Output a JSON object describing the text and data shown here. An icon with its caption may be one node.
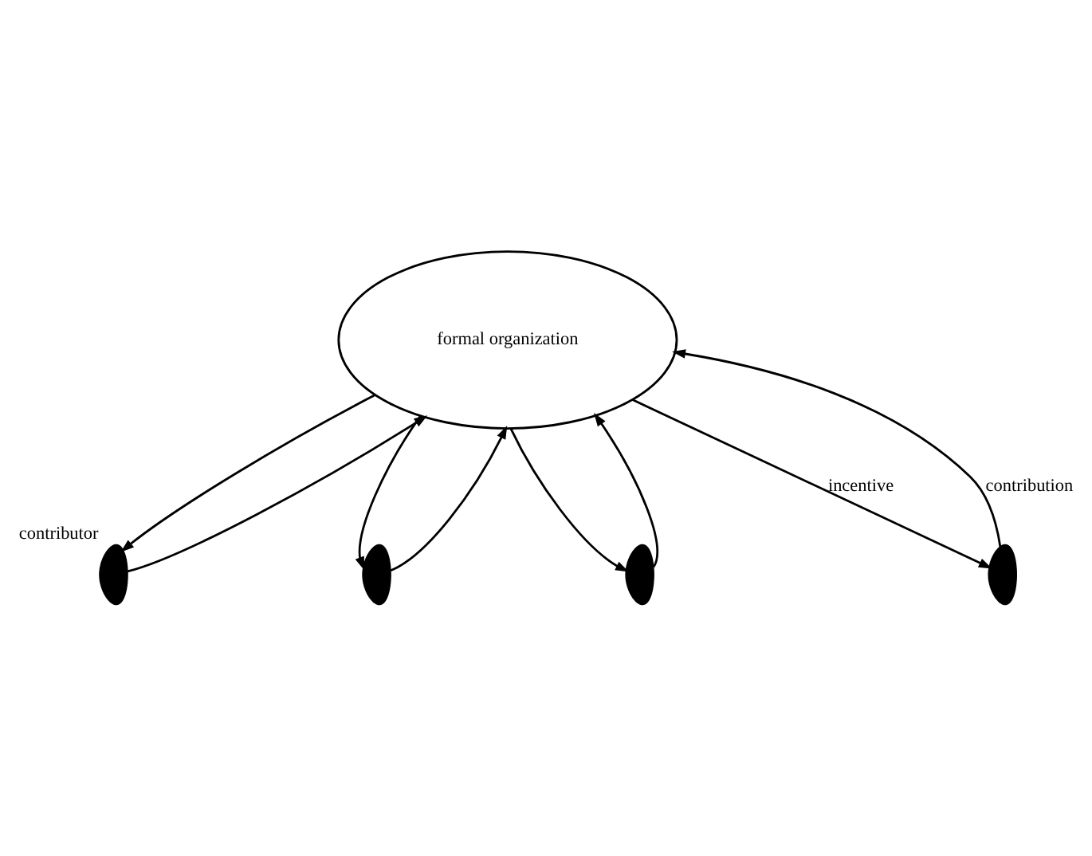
{
  "diagram": {
    "nodes": [
      {
        "text": [
          "formal organization"
        ]
      },
      {
        "text": [],
        "shape": "person",
        "beside": [
          "contributor"
        ]
      },
      {
        "text": [],
        "shape": "person"
      },
      {
        "text": [],
        "shape": "person"
      },
      {
        "text": [],
        "shape": "person"
      }
    ],
    "edges": [
      {
        "from": 1,
        "to": 0,
        "arrow": "to"
      },
      {
        "from": 0,
        "to": 1,
        "arrow": "to"
      },
      {
        "from": 2,
        "to": 0,
        "arrow": "to"
      },
      {
        "from": 0,
        "to": 2,
        "arrow": "to"
      },
      {
        "from": 3,
        "to": 0,
        "arrow": "to"
      },
      {
        "from": 0,
        "to": 3,
        "arrow": "to"
      },
      {
        "from": 4,
        "to": 0,
        "arrow": "to",
        "label": "contribution"
      },
      {
        "from": 0,
        "to": 4,
        "arrow": "to",
        "label": "incentive"
      }
    ]
  }
}
